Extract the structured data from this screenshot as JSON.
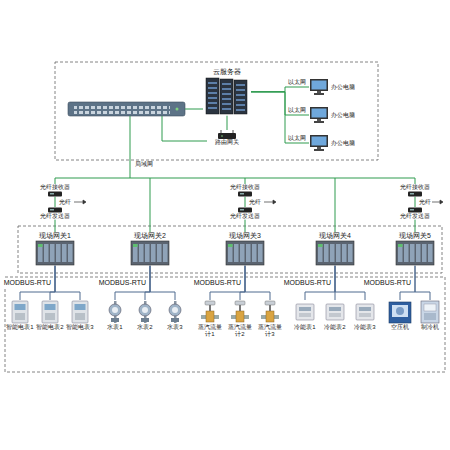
{
  "diagram": {
    "nodes": [
      {
        "text": [
          "云服务器"
        ]
      },
      {
        "text": [
          "路由网关"
        ]
      },
      {
        "text": [
          "办公电脑"
        ]
      },
      {
        "text": [
          "办公电脑"
        ]
      },
      {
        "text": [
          "办公电脑"
        ]
      },
      {
        "text": [
          "光纤接收器"
        ]
      },
      {
        "text": [
          "光纤发送器"
        ]
      },
      {
        "text": [
          "光纤接收器"
        ]
      },
      {
        "text": [
          "光纤发送器"
        ]
      },
      {
        "text": [
          "光纤接收器"
        ]
      },
      {
        "text": [
          "光纤发送器"
        ]
      },
      {
        "text": [
          "现场网关1"
        ]
      },
      {
        "text": [
          "现场网关2"
        ]
      },
      {
        "text": [
          "现场网关3"
        ]
      },
      {
        "text": [
          "现场网关4"
        ]
      },
      {
        "text": [
          "现场网关5"
        ]
      },
      {
        "text": [
          "智能电表1"
        ]
      },
      {
        "text": [
          "智能电表2"
        ]
      },
      {
        "text": [
          "智能电表3"
        ]
      },
      {
        "text": [
          "水表1"
        ]
      },
      {
        "text": [
          "水表2"
        ]
      },
      {
        "text": [
          "水表3"
        ]
      },
      {
        "text": [
          "蒸汽流量计1"
        ]
      },
      {
        "text": [
          "蒸汽流量计2"
        ]
      },
      {
        "text": [
          "蒸汽流量计3"
        ]
      },
      {
        "text": [
          "冷能表1"
        ]
      },
      {
        "text": [
          "冷能表2"
        ]
      },
      {
        "text": [
          "冷能表3"
        ]
      },
      {
        "text": [
          "空压机"
        ]
      },
      {
        "text": [
          "制冷机"
        ]
      }
    ],
    "edges": [
      {
        "from": 0,
        "to": 1,
        "arrow": "none"
      },
      {
        "from": 0,
        "to": 2,
        "label": "以太网",
        "arrow": "none"
      },
      {
        "from": 0,
        "to": 3,
        "label": "以太网",
        "arrow": "none"
      },
      {
        "from": 0,
        "to": 4,
        "label": "以太网",
        "arrow": "none"
      },
      {
        "from": 5,
        "to": 6,
        "label": "光纤",
        "arrow": "none"
      },
      {
        "from": 7,
        "to": 8,
        "label": "光纤",
        "arrow": "none"
      },
      {
        "from": 9,
        "to": 10,
        "label": "光纤",
        "arrow": "none"
      },
      {
        "from": 6,
        "to": 11,
        "arrow": "none"
      },
      {
        "from": 8,
        "to": 13,
        "arrow": "none"
      },
      {
        "from": 10,
        "to": 15,
        "arrow": "none"
      },
      {
        "from": 11,
        "to": 16,
        "arrow": "none"
      },
      {
        "from": 11,
        "to": 17,
        "arrow": "none"
      },
      {
        "from": 11,
        "to": 18,
        "arrow": "none"
      },
      {
        "from": 12,
        "to": 19,
        "arrow": "none"
      },
      {
        "from": 12,
        "to": 20,
        "arrow": "none"
      },
      {
        "from": 12,
        "to": 21,
        "arrow": "none"
      },
      {
        "from": 13,
        "to": 22,
        "arrow": "none"
      },
      {
        "from": 13,
        "to": 23,
        "arrow": "none"
      },
      {
        "from": 13,
        "to": 24,
        "arrow": "none"
      },
      {
        "from": 14,
        "to": 25,
        "arrow": "none"
      },
      {
        "from": 14,
        "to": 26,
        "arrow": "none"
      },
      {
        "from": 14,
        "to": 27,
        "arrow": "none"
      },
      {
        "from": 15,
        "to": 28,
        "arrow": "none"
      },
      {
        "from": 15,
        "to": 29,
        "arrow": "none"
      }
    ],
    "labels": [
      "局域网",
      "MODBUS-RTU",
      "MODBUS-RTU",
      "MODBUS-RTU",
      "MODBUS-RTU",
      "MODBUS-RTU"
    ]
  }
}
